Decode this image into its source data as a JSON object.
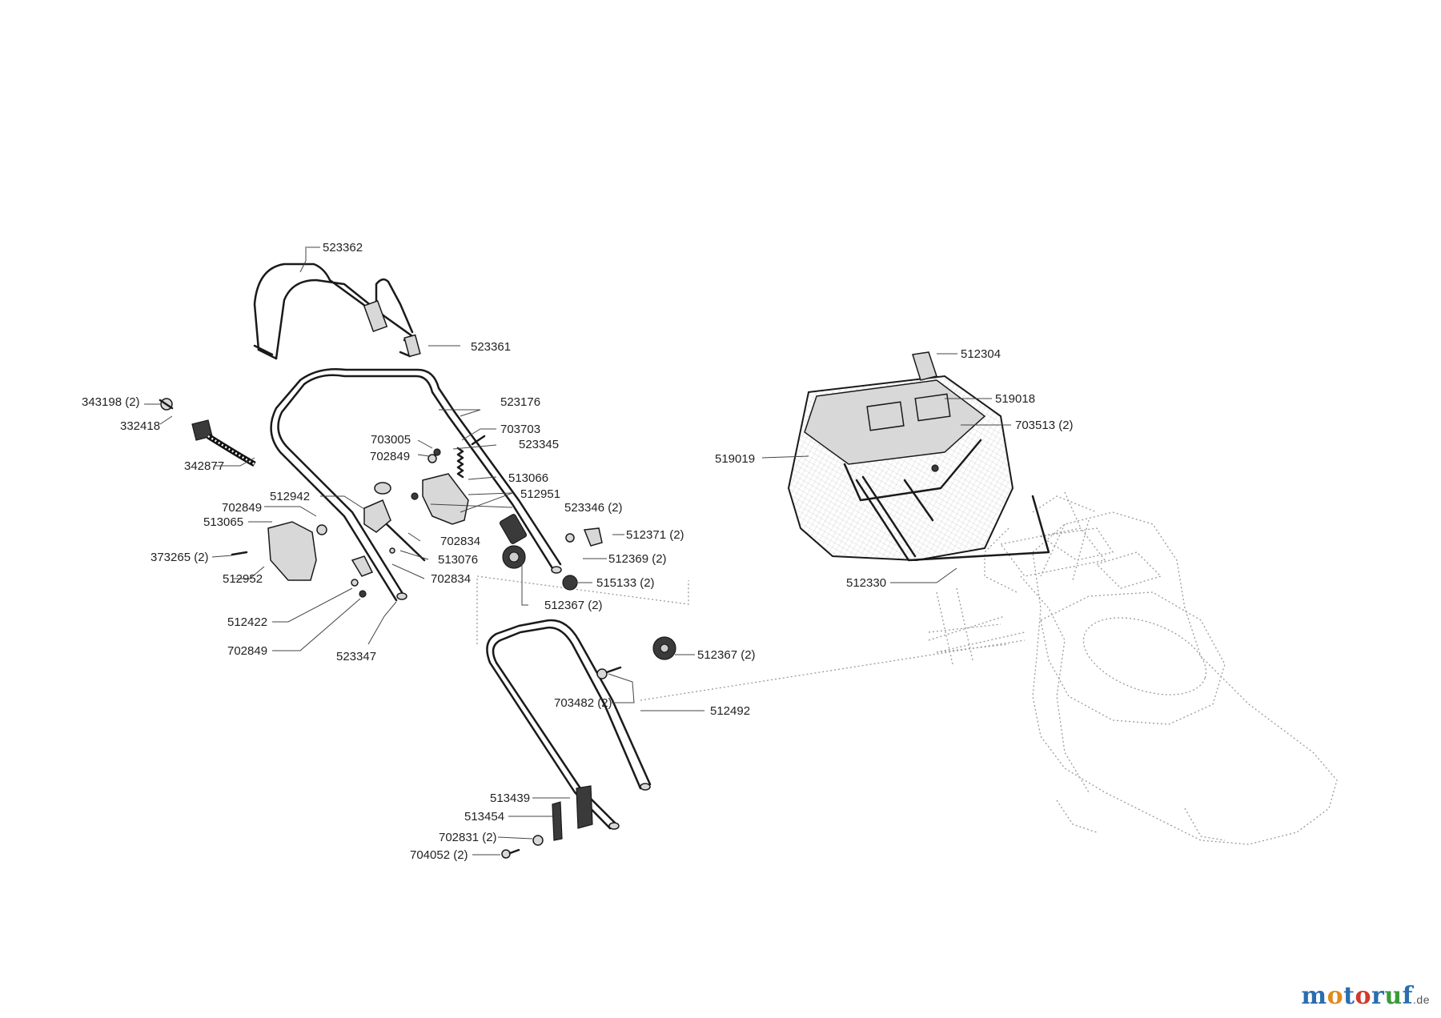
{
  "parts": [
    {
      "id": "523362",
      "label": "523362"
    },
    {
      "id": "523361",
      "label": "523361"
    },
    {
      "id": "343198",
      "label": "343198 (2)"
    },
    {
      "id": "332418",
      "label": "332418"
    },
    {
      "id": "342877",
      "label": "342877"
    },
    {
      "id": "523176",
      "label": "523176"
    },
    {
      "id": "703005",
      "label": "703005"
    },
    {
      "id": "703703",
      "label": "703703"
    },
    {
      "id": "702849-a",
      "label": "702849"
    },
    {
      "id": "523345",
      "label": "523345"
    },
    {
      "id": "513066",
      "label": "513066"
    },
    {
      "id": "512942",
      "label": "512942"
    },
    {
      "id": "512951",
      "label": "512951"
    },
    {
      "id": "702849-b",
      "label": "702849"
    },
    {
      "id": "523346",
      "label": "523346 (2)"
    },
    {
      "id": "513065",
      "label": "513065"
    },
    {
      "id": "702834-a",
      "label": "702834"
    },
    {
      "id": "512371",
      "label": "512371 (2)"
    },
    {
      "id": "373265",
      "label": "373265 (2)"
    },
    {
      "id": "513076",
      "label": "513076"
    },
    {
      "id": "512369",
      "label": "512369 (2)"
    },
    {
      "id": "512952",
      "label": "512952"
    },
    {
      "id": "702834-b",
      "label": "702834"
    },
    {
      "id": "515133",
      "label": "515133 (2)"
    },
    {
      "id": "512367-a",
      "label": "512367 (2)"
    },
    {
      "id": "512422",
      "label": "512422"
    },
    {
      "id": "702849-c",
      "label": "702849"
    },
    {
      "id": "523347",
      "label": "523347"
    },
    {
      "id": "512367-b",
      "label": "512367 (2)"
    },
    {
      "id": "703482",
      "label": "703482 (2)"
    },
    {
      "id": "512492",
      "label": "512492"
    },
    {
      "id": "513439",
      "label": "513439"
    },
    {
      "id": "513454",
      "label": "513454"
    },
    {
      "id": "702831",
      "label": "702831 (2)"
    },
    {
      "id": "704052",
      "label": "704052 (2)"
    },
    {
      "id": "512304",
      "label": "512304"
    },
    {
      "id": "519018",
      "label": "519018"
    },
    {
      "id": "703513",
      "label": "703513 (2)"
    },
    {
      "id": "519019",
      "label": "519019"
    },
    {
      "id": "512330",
      "label": "512330"
    }
  ],
  "logo": {
    "letters": [
      "m",
      "o",
      "t",
      "o",
      "r",
      "u",
      "f"
    ],
    "colors": [
      "#2a6db0",
      "#e08a1e",
      "#2a6db0",
      "#d03a2a",
      "#2a6db0",
      "#3a9a3a",
      "#2a6db0"
    ],
    "suffix": ".de"
  }
}
